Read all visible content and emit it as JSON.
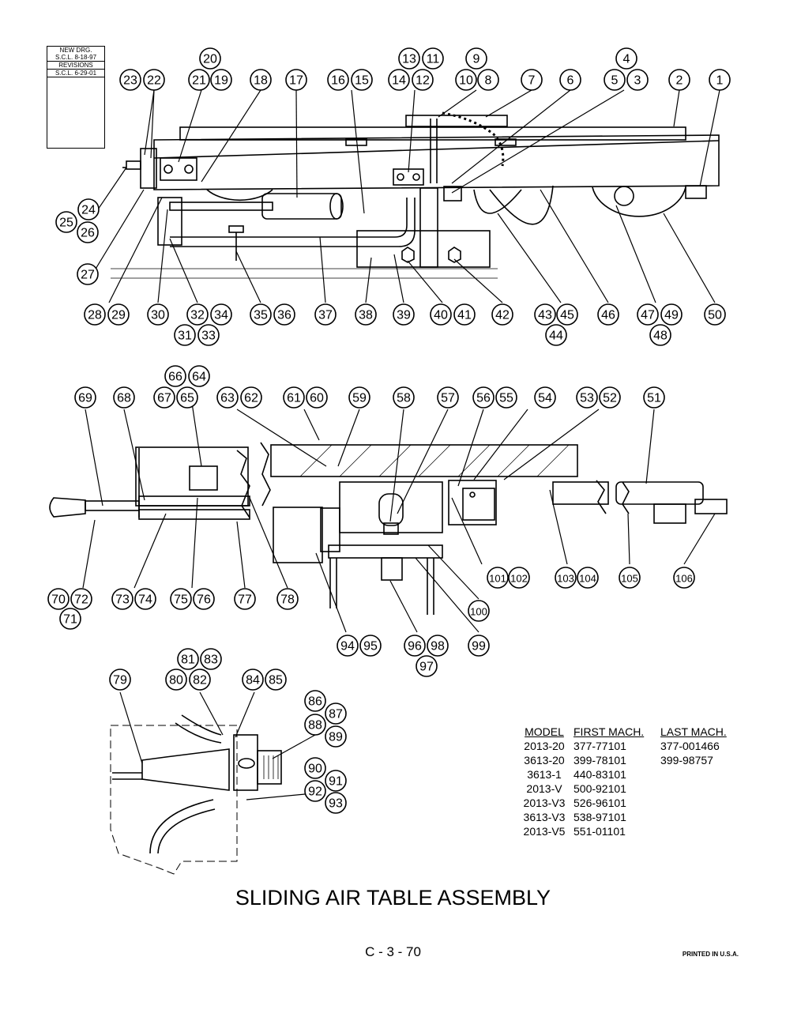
{
  "revision_block": {
    "line1": "NEW DRG.",
    "line2": "S.C.L.  8-18-97",
    "line3": "REVISIONS",
    "line4": "S.C.L.  6-29-01"
  },
  "callouts_top": [
    "20",
    "23",
    "22",
    "21",
    "19",
    "18",
    "17",
    "16",
    "15",
    "13",
    "11",
    "14",
    "12",
    "9",
    "10",
    "8",
    "7",
    "6",
    "4",
    "5",
    "3",
    "2",
    "1",
    "24",
    "25",
    "26",
    "27",
    "28",
    "29",
    "30",
    "32",
    "34",
    "31",
    "33",
    "35",
    "36",
    "37",
    "38",
    "39",
    "40",
    "41",
    "42",
    "43",
    "45",
    "44",
    "46",
    "47",
    "49",
    "48",
    "50"
  ],
  "callouts_middle": [
    "66",
    "64",
    "67",
    "65",
    "69",
    "68",
    "63",
    "62",
    "61",
    "60",
    "59",
    "58",
    "57",
    "56",
    "55",
    "54",
    "53",
    "52",
    "51",
    "70",
    "72",
    "71",
    "73",
    "74",
    "75",
    "76",
    "77",
    "78",
    "101",
    "102",
    "103",
    "104",
    "105",
    "106",
    "100",
    "94",
    "95",
    "96",
    "98",
    "97",
    "99"
  ],
  "callouts_bottom": [
    "81",
    "83",
    "80",
    "82",
    "79",
    "84",
    "85",
    "86",
    "87",
    "88",
    "89",
    "90",
    "91",
    "92",
    "93"
  ],
  "model_table": {
    "headers": [
      "MODEL",
      "FIRST MACH.",
      "LAST MACH."
    ],
    "rows": [
      [
        "2013-20",
        "377-77101",
        "377-001466"
      ],
      [
        "3613-20",
        "399-78101",
        "399-98757"
      ],
      [
        "3613-1",
        "440-83101",
        ""
      ],
      [
        "2013-V",
        "500-92101",
        ""
      ],
      [
        "2013-V3",
        "526-96101",
        ""
      ],
      [
        "3613-V3",
        "538-97101",
        ""
      ],
      [
        "2013-V5",
        "551-01101",
        ""
      ]
    ]
  },
  "title": "SLIDING AIR TABLE ASSEMBLY",
  "page_number": "C - 3 - 70",
  "printed_note": "PRINTED IN U.S.A."
}
